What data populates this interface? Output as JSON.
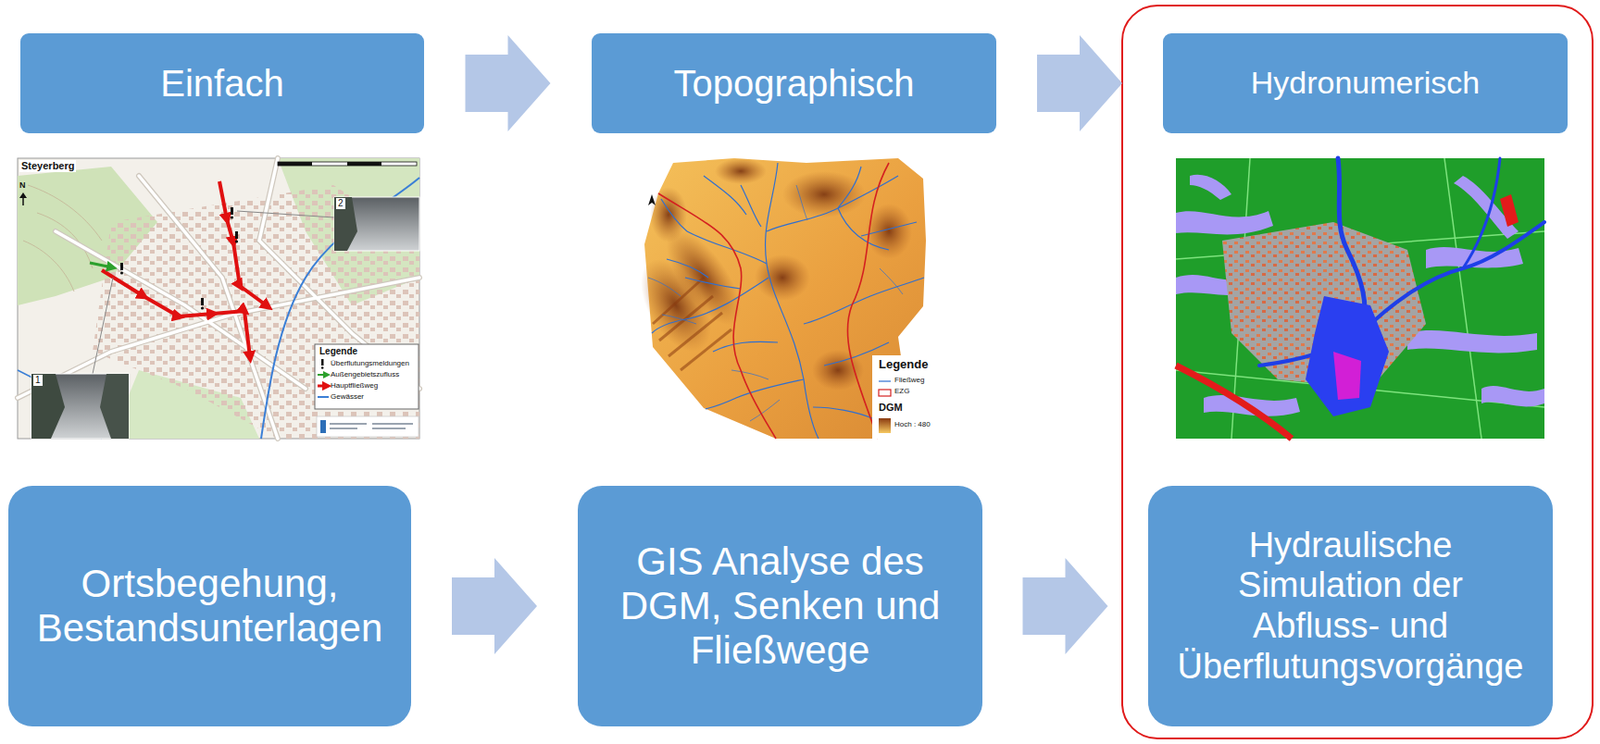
{
  "diagram": {
    "nodes": [
      {
        "text": [
          "Einfach"
        ]
      },
      {
        "text": [
          "Topographisch"
        ]
      },
      {
        "text": [
          "Hydronumerisch"
        ]
      },
      {
        "text": [
          "Ortsbegehung, Bestandsunterlagen"
        ]
      },
      {
        "text": [
          "GIS Analyse des DGM, Senken und Fließwege"
        ]
      },
      {
        "text": [
          "Hydraulische Simulation der Abfluss- und Überflutungsvorgänge"
        ]
      }
    ],
    "edges": [
      {
        "from": 0,
        "to": 1,
        "arrow": "to"
      },
      {
        "from": 1,
        "to": 2,
        "arrow": "to"
      },
      {
        "from": 3,
        "to": 4,
        "arrow": "to"
      },
      {
        "from": 4,
        "to": 5,
        "arrow": "to"
      }
    ],
    "labels": [
      "Steyerberg",
      "N",
      "1",
      "2",
      "Legende",
      "Legende",
      "DGM",
      "Hoch : 480"
    ],
    "legend": [
      {
        "text": "Überflutungsmeldungen"
      },
      {
        "text": "Außengebietszufluss"
      },
      {
        "text": "Hauptfließweg"
      },
      {
        "text": "Gewässer"
      },
      {
        "text": "Fließweg"
      },
      {
        "text": "EZG"
      }
    ]
  }
}
